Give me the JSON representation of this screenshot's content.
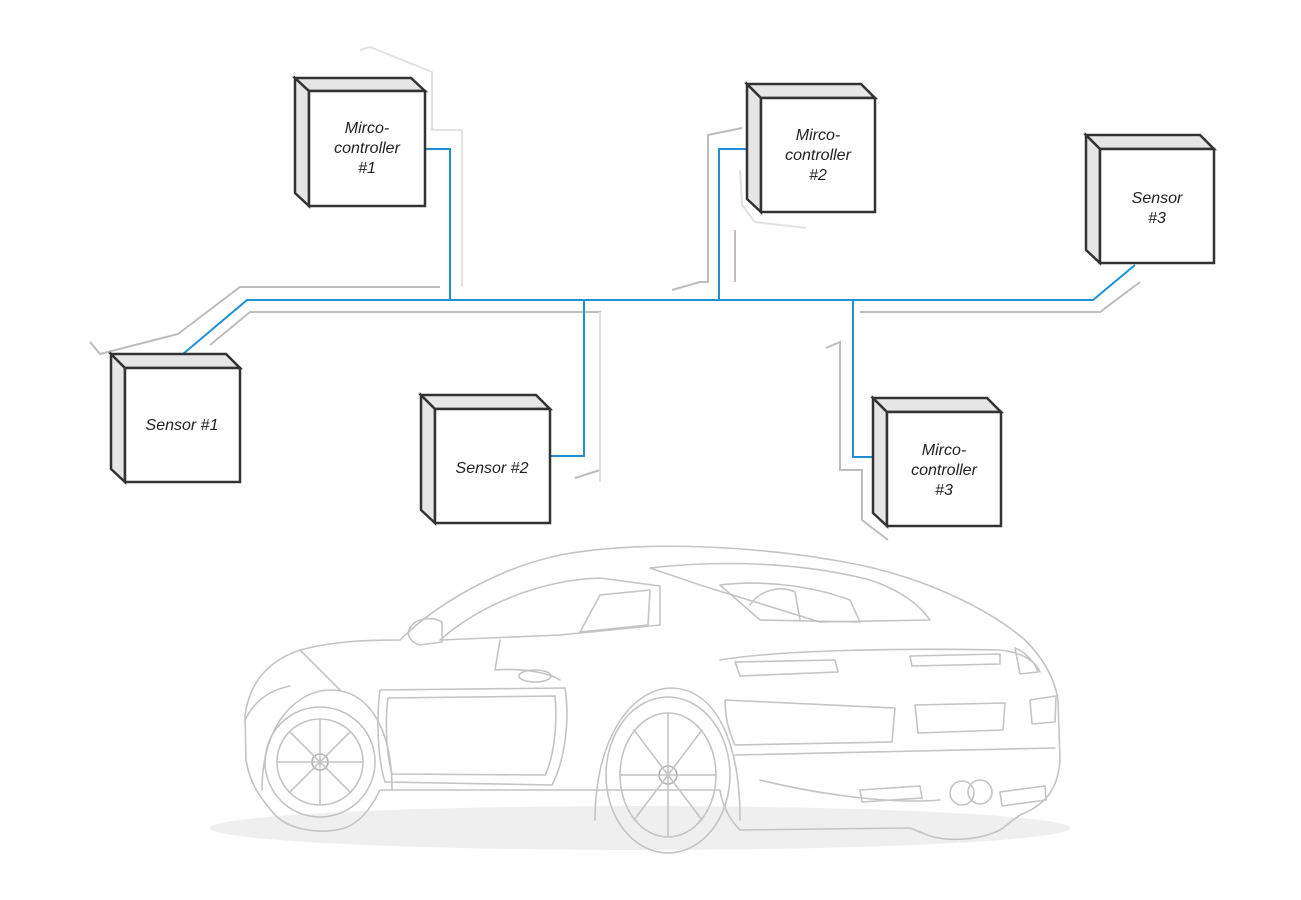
{
  "colors": {
    "bus": "#1e90d6",
    "box_stroke": "#333333",
    "box_side": "#e6e6e6",
    "car_outline": "#c4c4c4"
  },
  "nodes": {
    "mc1": {
      "lines": [
        "Mirco-",
        "controller",
        "#1"
      ]
    },
    "mc2": {
      "lines": [
        "Mirco-",
        "controller",
        "#2"
      ]
    },
    "mc3": {
      "lines": [
        "Mirco-",
        "controller",
        "#3"
      ]
    },
    "s1": {
      "lines": [
        "Sensor #1"
      ]
    },
    "s2": {
      "lines": [
        "Sensor #2"
      ]
    },
    "s3": {
      "lines": [
        "Sensor",
        "#3"
      ]
    }
  },
  "illustration": {
    "icon": "sports-car-icon"
  }
}
